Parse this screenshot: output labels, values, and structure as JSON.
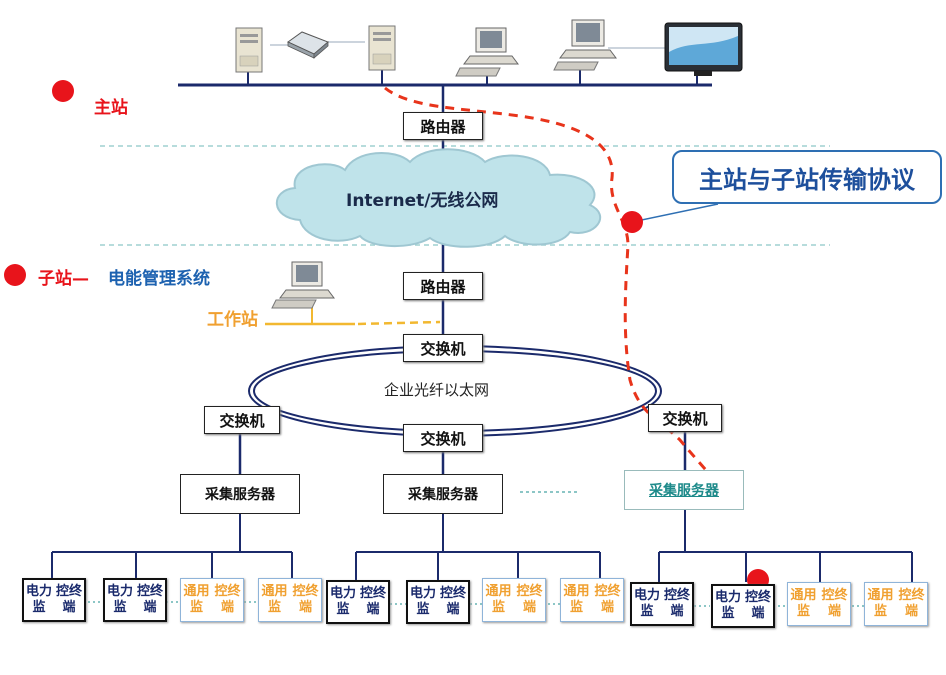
{
  "master_station_label": "主站",
  "substation": {
    "label": "子站—",
    "system_label": "电能管理系统"
  },
  "workstation_label": "工作站",
  "routers": {
    "upper": "路由器",
    "lower": "路由器"
  },
  "cloud_label": "Internet/无线公网",
  "ring_label": "企业光纤以太网",
  "switches": {
    "top": "交换机",
    "left": "交换机",
    "bottom": "交换机",
    "right": "交换机"
  },
  "servers": {
    "left": "采集服务器",
    "middle": "采集服务器",
    "right": "采集服务器"
  },
  "callout_label": "主站与子站传输协议",
  "terminal_groups": [
    {
      "terminals": [
        {
          "line1": "电力监",
          "line2": "控终端",
          "kind": "power"
        },
        {
          "line1": "电力监",
          "line2": "控终端",
          "kind": "power"
        },
        {
          "line1": "通用监",
          "line2": "控终端",
          "kind": "generic"
        },
        {
          "line1": "通用监",
          "line2": "控终端",
          "kind": "generic"
        }
      ]
    },
    {
      "terminals": [
        {
          "line1": "电力监",
          "line2": "控终端",
          "kind": "power"
        },
        {
          "line1": "电力监",
          "line2": "控终端",
          "kind": "power"
        },
        {
          "line1": "通用监",
          "line2": "控终端",
          "kind": "generic"
        },
        {
          "line1": "通用监",
          "line2": "控终端",
          "kind": "generic"
        }
      ]
    },
    {
      "terminals": [
        {
          "line1": "电力监",
          "line2": "控终端",
          "kind": "power"
        },
        {
          "line1": "电力监",
          "line2": "控终端",
          "kind": "power"
        },
        {
          "line1": "通用监",
          "line2": "控终端",
          "kind": "generic"
        },
        {
          "line1": "通用监",
          "line2": "控终端",
          "kind": "generic"
        }
      ]
    }
  ],
  "colors": {
    "red": "#e8141b",
    "blue_label": "#1d62b0",
    "orange": "#f0a030",
    "navy": "#1a2a6c",
    "callout": "#2e6fb3"
  },
  "icons": [
    "server-tower-icon",
    "modem-icon",
    "server-tower-icon",
    "desktop-computer-icon",
    "desktop-computer-icon",
    "monitor-icon",
    "cloud-icon",
    "desktop-computer-icon"
  ]
}
